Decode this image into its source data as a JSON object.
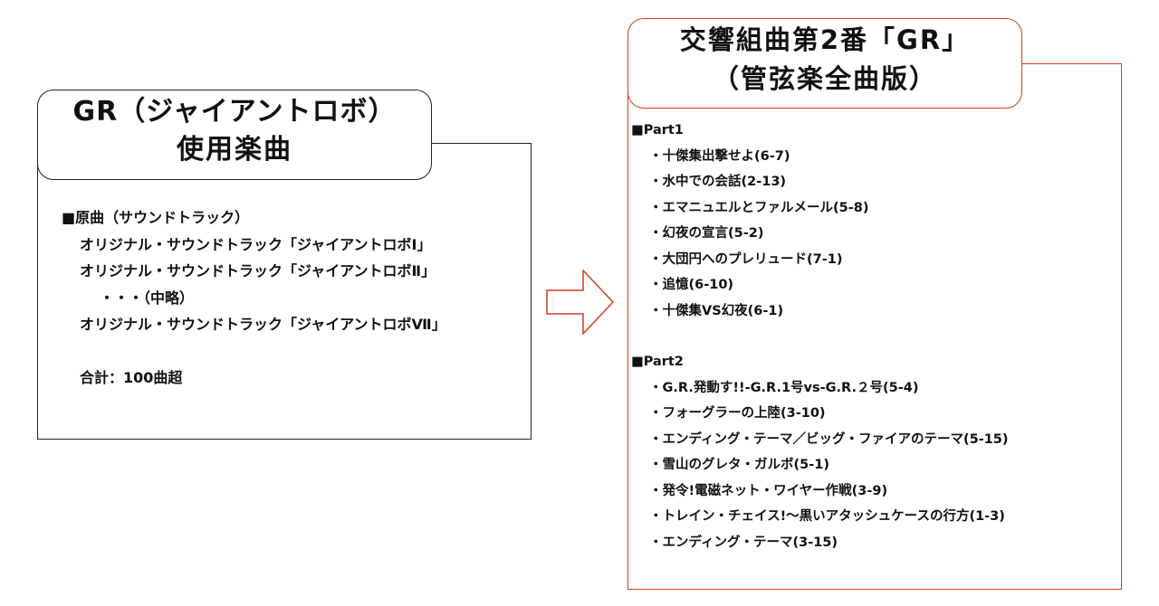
{
  "left": {
    "title_line1": "GR（ジャイアントロボ）",
    "title_line2": "使用楽曲",
    "lines": [
      {
        "text": "■原曲（サウンドトラック）",
        "indent": 0
      },
      {
        "text": "オリジナル・サウンドトラック「ジャイアントロボⅠ」",
        "indent": 1
      },
      {
        "text": "オリジナル・サウンドトラック「ジャイアントロボⅡ」",
        "indent": 1
      },
      {
        "text": "・・・（中略）",
        "indent": 2
      },
      {
        "text": "オリジナル・サウンドトラック「ジャイアントロボⅦ」",
        "indent": 1
      }
    ],
    "total": "合計：100曲超"
  },
  "right": {
    "title_line1": "交響組曲第2番「GR」",
    "title_line2": "（管弦楽全曲版）",
    "part1": {
      "heading": "■Part1",
      "tracks": [
        "・十傑集出撃せよ(6-7)",
        "・水中での会話(2-13)",
        "・エマニュエルとファルメール(5-8)",
        "・幻夜の宣言(5-2)",
        "・大団円へのプレリュード(7-1)",
        "・追憶(6-10)",
        "・十傑集VS幻夜(6-1)"
      ]
    },
    "part2": {
      "heading": "■Part2",
      "tracks": [
        "・G.R.発動す!!-G.R.1号vs-G.R.２号(5-4)",
        "・フォーグラーの上陸(3-10)",
        "・エンディング・テーマ／ビッグ・ファイアのテーマ(5-15)",
        "・雪山のグレタ・ガルボ(5-1)",
        "・発令!電磁ネット・ワイヤー作戦(3-9)",
        "・トレイン・チェイス!～黒いアタッシュケースの行方(1-3)",
        "・エンディング・テーマ(3-15)"
      ]
    }
  },
  "colors": {
    "left_border": "#222222",
    "right_border": "#d43a22",
    "arrow": "#d43a22"
  }
}
